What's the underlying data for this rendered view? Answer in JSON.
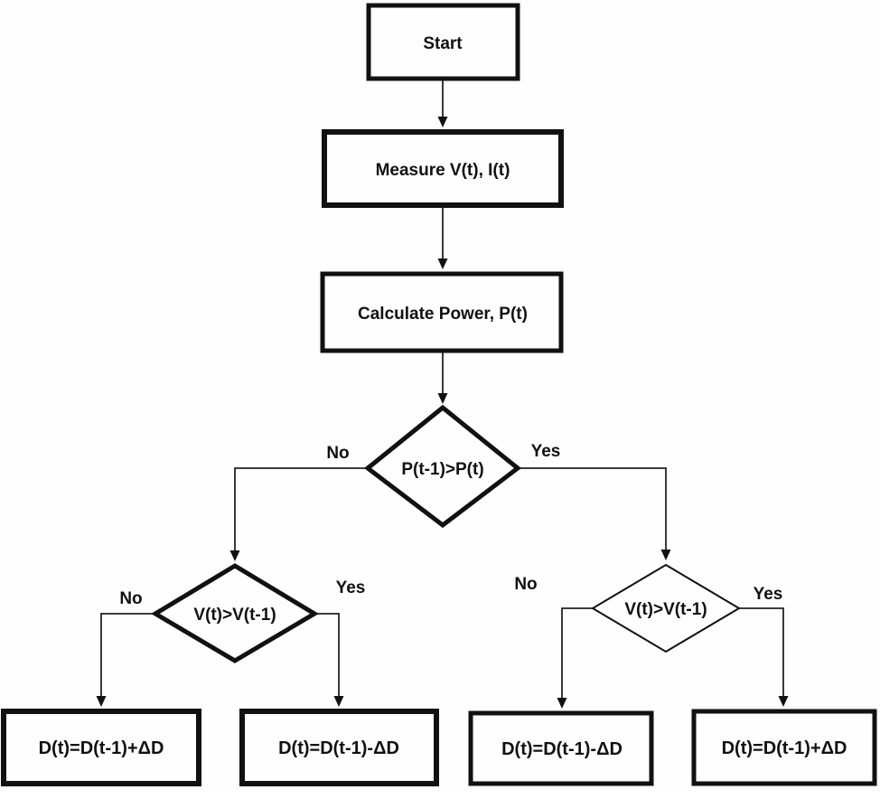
{
  "diagram": {
    "type": "flowchart",
    "nodes": {
      "start": {
        "label": "Start",
        "shape": "rect"
      },
      "measure": {
        "label": "Measure V(t), I(t)",
        "shape": "rect"
      },
      "calculate": {
        "label": "Calculate Power, P(t)",
        "shape": "rect"
      },
      "decision_power": {
        "label": "P(t-1)>P(t)",
        "shape": "diamond"
      },
      "decision_voltage_left": {
        "label": "V(t)>V(t-1)",
        "shape": "diamond"
      },
      "decision_voltage_right": {
        "label": "V(t)>V(t-1)",
        "shape": "diamond"
      },
      "action_increase_left": {
        "label": "D(t)=D(t-1)+ΔD",
        "shape": "rect"
      },
      "action_decrease_left": {
        "label": "D(t)=D(t-1)-ΔD",
        "shape": "rect"
      },
      "action_decrease_right": {
        "label": "D(t)=D(t-1)-ΔD",
        "shape": "rect"
      },
      "action_increase_right": {
        "label": "D(t)=D(t-1)+ΔD",
        "shape": "rect"
      }
    },
    "edge_labels": {
      "power_no": "No",
      "power_yes": "Yes",
      "left_no": "No",
      "left_yes": "Yes",
      "right_no": "No",
      "right_yes": "Yes"
    },
    "colors": {
      "stroke": "#111111",
      "background": "#fefefe",
      "text": "#111111"
    }
  }
}
